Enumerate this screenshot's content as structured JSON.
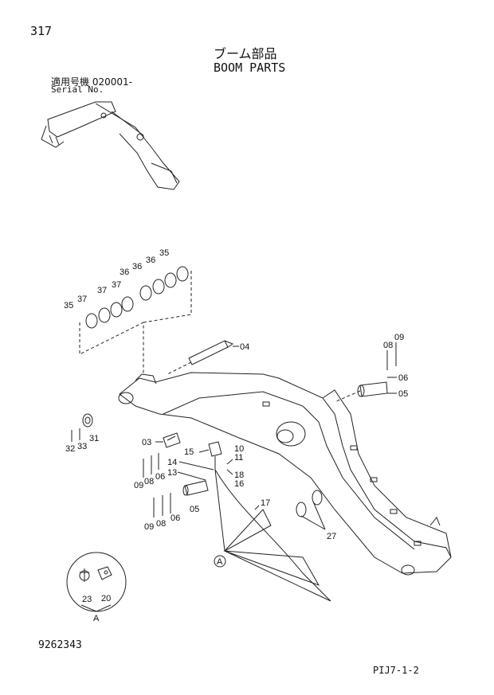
{
  "header": {
    "page_number": "317",
    "title_jp": "ブーム部品",
    "title_en": "BOOM PARTS",
    "serial_label_jp": "適用号機  020001-",
    "serial_label_en": "Serial No."
  },
  "footer": {
    "doc_number": "9262343",
    "sheet_ref": "PIJ7-1-2"
  },
  "callouts": {
    "p35a": "35",
    "p35b": "35",
    "p36a": "36",
    "p36b": "36",
    "p36c": "36",
    "p37a": "37",
    "p37b": "37",
    "p37c": "37",
    "p04": "04",
    "p08a": "08",
    "p09a": "09",
    "p06a": "06",
    "p05a": "05",
    "p32": "32",
    "p33": "33",
    "p31": "31",
    "p03": "03",
    "p15": "15",
    "p10": "10",
    "p11": "11",
    "p14": "14",
    "p13": "13",
    "p18": "18",
    "p16": "16",
    "p09b": "09",
    "p08b": "08",
    "p06b": "06",
    "p05b": "05",
    "p09c": "09",
    "p08c": "08",
    "p06c": "06",
    "p17": "17",
    "p27": "27",
    "pA1": "A",
    "pA2": "A",
    "p23": "23",
    "p20": "20"
  }
}
